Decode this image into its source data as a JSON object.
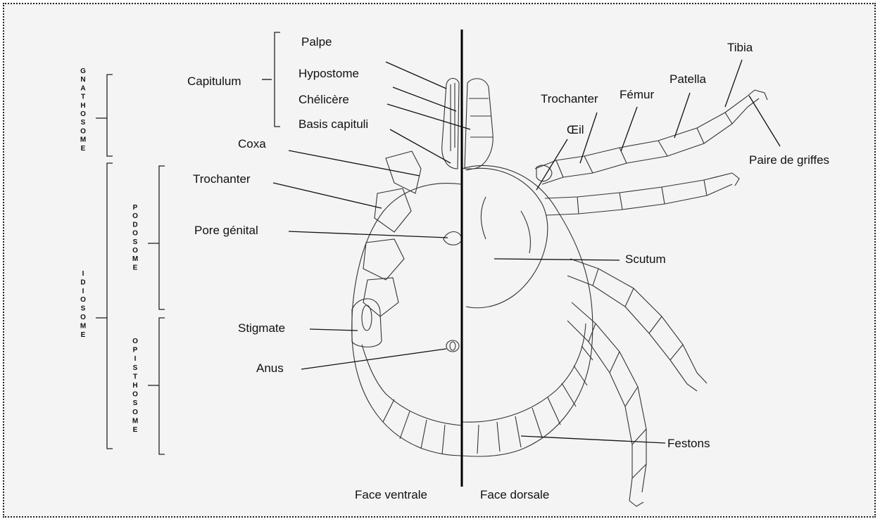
{
  "labels": {
    "palpe": "Palpe",
    "capitulum": "Capitulum",
    "hypostome": "Hypostome",
    "chelicere": "Chélicère",
    "basis_capituli": "Basis capituli",
    "coxa": "Coxa",
    "trochanter_left": "Trochanter",
    "pore_genital": "Pore génital",
    "stigmate": "Stigmate",
    "anus": "Anus",
    "trochanter_right": "Trochanter",
    "femur": "Fémur",
    "patella": "Patella",
    "tibia": "Tibia",
    "oeil": "Œil",
    "paire_de_griffes": "Paire de griffes",
    "scutum": "Scutum",
    "festons": "Festons",
    "face_ventrale": "Face ventrale",
    "face_dorsale": "Face dorsale"
  },
  "regions": {
    "gnathosome": [
      "G",
      "N",
      "A",
      "T",
      "H",
      "O",
      "S",
      "O",
      "M",
      "E"
    ],
    "idiosome": [
      "I",
      "D",
      "I",
      "O",
      "S",
      "O",
      "M",
      "E"
    ],
    "podosome": [
      "P",
      "O",
      "D",
      "O",
      "S",
      "O",
      "M",
      "E"
    ],
    "opisthosome": [
      "O",
      "P",
      "I",
      "S",
      "T",
      "H",
      "O",
      "S",
      "O",
      "M",
      "E"
    ]
  }
}
